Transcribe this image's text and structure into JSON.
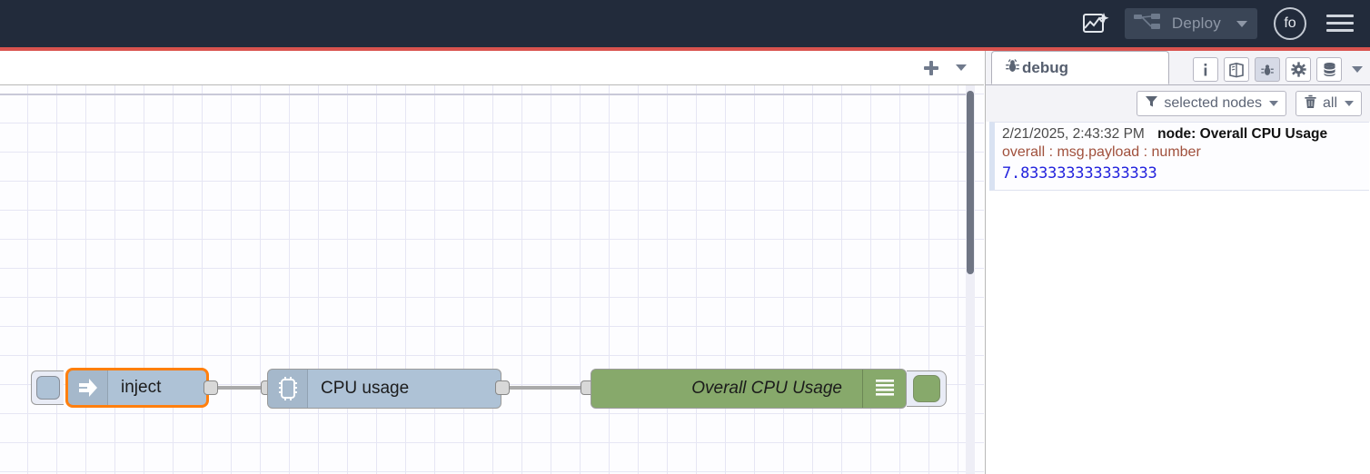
{
  "header": {
    "assistant_icon": "flow-assistant-icon",
    "deploy_label": "Deploy",
    "deploy_icon": "deploy-nodes-icon",
    "deploy_caret_icon": "chevron-down-icon",
    "avatar_initials": "fo",
    "menu_icon": "hamburger-menu-icon",
    "accent_color": "#d9534f",
    "background_color": "#222b3b"
  },
  "workspace": {
    "add_tab_icon": "plus-icon",
    "tab_menu_icon": "chevron-down-icon",
    "tabs": [],
    "nodes": [
      {
        "id": "inject",
        "label": "inject",
        "icon": "inject-arrow-icon",
        "color": "#aec2d6",
        "selected": true,
        "button_icon": "inject-trigger-button"
      },
      {
        "id": "cpu-usage",
        "label": "CPU usage",
        "icon": "cpu-chip-icon",
        "color": "#aec2d6",
        "selected": false
      },
      {
        "id": "debug",
        "label": "Overall CPU Usage",
        "icon": "debug-lines-icon",
        "color": "#87a96b",
        "selected": false,
        "toggle_state": "enabled"
      }
    ]
  },
  "sidebar": {
    "active_tab": "debug",
    "tab_label": "debug",
    "tab_icon": "bug-icon",
    "tools": [
      {
        "name": "info-icon",
        "glyph": "i",
        "active": false
      },
      {
        "name": "help-book-icon",
        "glyph": "book",
        "active": false
      },
      {
        "name": "debug-bug-icon",
        "glyph": "bug",
        "active": true
      },
      {
        "name": "config-gear-icon",
        "glyph": "gear",
        "active": false
      },
      {
        "name": "context-data-icon",
        "glyph": "stack",
        "active": false
      }
    ],
    "tools_caret_icon": "chevron-down-icon",
    "filters": {
      "node_filter_icon": "funnel-icon",
      "node_filter_label": "selected nodes",
      "node_filter_caret": "chevron-down-icon",
      "clear_icon": "trash-icon",
      "clear_label": "all",
      "clear_caret": "chevron-down-icon"
    },
    "messages": [
      {
        "timestamp": "2/21/2025, 2:43:32 PM",
        "node_label": "node: Overall CPU Usage",
        "topic": "overall : msg.payload : number",
        "value": "7.833333333333333"
      }
    ]
  }
}
